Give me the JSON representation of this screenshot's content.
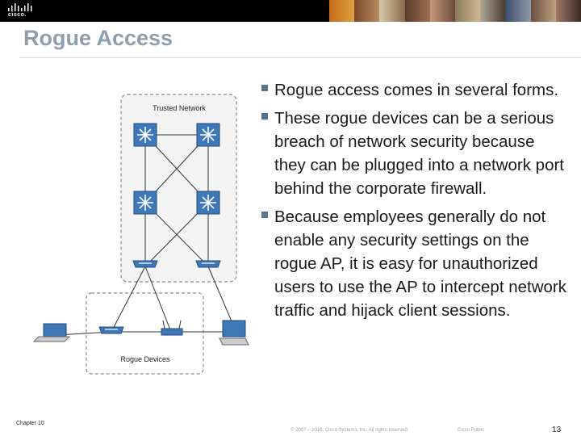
{
  "brand": {
    "logo_text": "cisco."
  },
  "slide": {
    "title": "Rogue Access",
    "bullets": [
      "Rogue access comes in several forms.",
      "These rogue devices can be a serious breach of network security because they can be plugged into a network port behind the corporate firewall.",
      "Because employees generally do not enable any security settings on the rogue AP, it is easy for unauthorized users to use the AP to intercept network traffic and hijack client sessions."
    ]
  },
  "diagram": {
    "trusted_label": "Trusted Network",
    "rogue_label": "Rogue Devices",
    "icons": [
      "router-icon",
      "switch-icon",
      "laptop-icon",
      "access-point-icon",
      "desktop-icon"
    ]
  },
  "footer": {
    "chapter": "Chapter 10",
    "copyright": "© 2007 – 2016, Cisco Systems, Inc. All rights reserved.",
    "classification": "Cisco Public",
    "page": "13"
  },
  "colors": {
    "title": "#8c9fb0",
    "bullet": "#5a7190",
    "device_blue": "#3f78b8"
  }
}
